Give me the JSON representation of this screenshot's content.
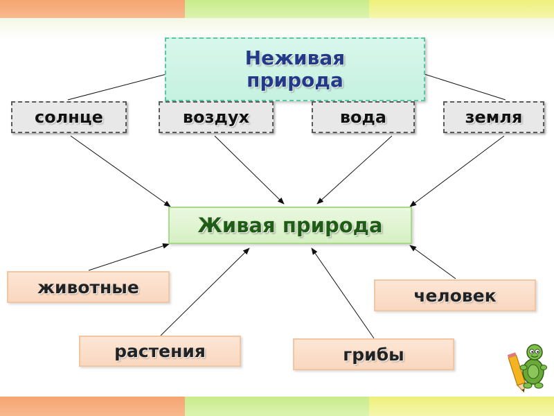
{
  "title": "Неживая природа",
  "nonliving_items": [
    "солнце",
    "воздух",
    "вода",
    "земля"
  ],
  "center": "Живая природа",
  "living_items": [
    "животные",
    "растения",
    "грибы",
    "человек"
  ],
  "colors": {
    "title_text": "#223a88",
    "center_text": "#1f5c15",
    "title_bg": "#d8f7ec",
    "center_bg": "#d6f0c4",
    "peach_bg": "#f9d7bf",
    "gray_bg": "#e8e8e8"
  },
  "decoration": {
    "mascot": "turtle-with-pencil-icon"
  }
}
